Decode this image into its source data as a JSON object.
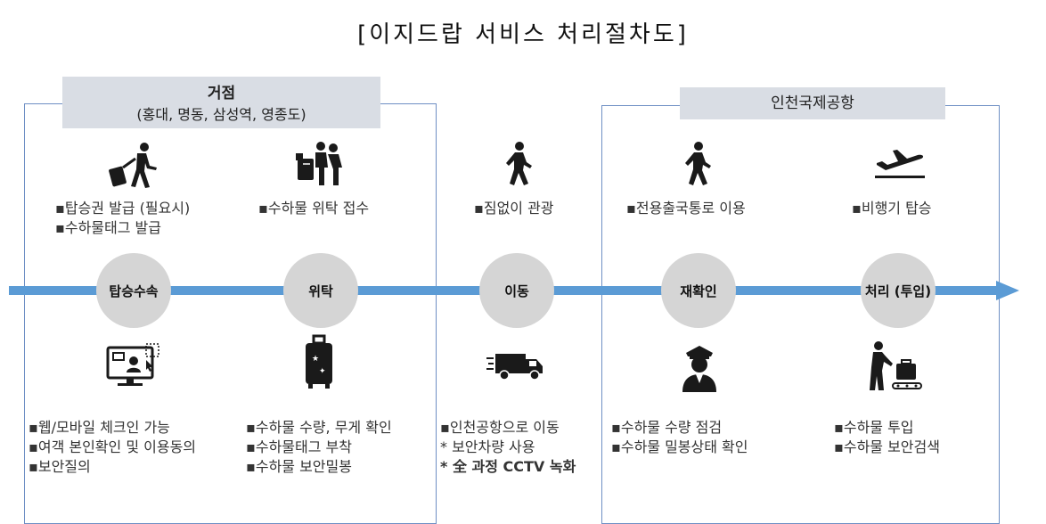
{
  "title": "[이지드랍 서비스 처리절차도]",
  "sections": {
    "hub": {
      "title": "거점",
      "subtitle": "(홍대, 명동, 삼성역, 영종도)"
    },
    "airport": {
      "title": "인천국제공항"
    }
  },
  "top_texts": [
    [
      "▪탑승권 발급 (필요시)",
      "▪수하물태그 발급"
    ],
    [
      "▪수하물 위탁 접수"
    ],
    [
      "▪짐없이 관광"
    ],
    [
      "▪전용출국통로 이용"
    ],
    [
      "▪비행기 탑승"
    ]
  ],
  "steps": [
    "탑승수속",
    "위탁",
    "이동",
    "재확인",
    "처리 (투입)"
  ],
  "bottom_texts": [
    [
      "▪웹/모바일 체크인 가능",
      "▪여객 본인확인 및 이용동의",
      "▪보안질의"
    ],
    [
      "▪수하물 수량, 무게 확인",
      "▪수하물태그 부착",
      "▪수하물 보안밀봉"
    ],
    [
      "▪인천공항으로 이동",
      "*  보안차량 사용",
      "*  全 과정 CCTV 녹화"
    ],
    [
      "▪수하물 수량 점검",
      "▪수하물 밀봉상태 확인"
    ],
    [
      "▪수하물 투입",
      "▪수하물 보안검색"
    ]
  ],
  "icons": {
    "top": [
      "traveler-with-luggage-icon",
      "people-with-luggage-icon",
      "walking-person-icon",
      "walking-person-icon",
      "airplane-takeoff-icon"
    ],
    "bottom": [
      "web-checkin-monitor-icon",
      "suitcase-icon",
      "delivery-truck-icon",
      "security-officer-icon",
      "baggage-conveyor-icon"
    ]
  },
  "colors": {
    "arrow": "#5b9bd5",
    "frame": "#6e8fc4",
    "header_bg": "#d9dde4",
    "circle": "#d5d5d5",
    "icon": "#1a1a1a"
  }
}
